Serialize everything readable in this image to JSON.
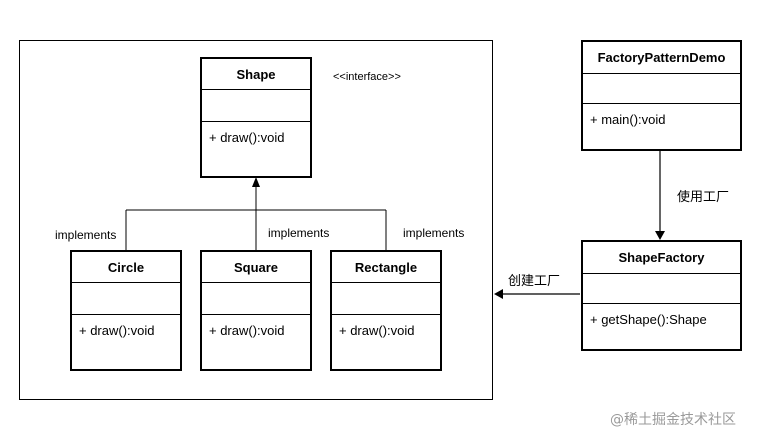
{
  "diagram": {
    "stereotype": "<<interface>>",
    "classes": {
      "shape": {
        "name": "Shape",
        "method": "+ draw():void"
      },
      "circle": {
        "name": "Circle",
        "method": "+ draw():void"
      },
      "square": {
        "name": "Square",
        "method": "+ draw():void"
      },
      "rectangle": {
        "name": "Rectangle",
        "method": "+ draw():void"
      },
      "demo": {
        "name": "FactoryPatternDemo",
        "method": "+ main():void"
      },
      "factory": {
        "name": "ShapeFactory",
        "method": "+ getShape():Shape"
      }
    },
    "relations": {
      "implements_circle": "implements",
      "implements_square": "implements",
      "implements_rectangle": "implements",
      "uses_factory": "使用工厂",
      "creates_factory": "创建工厂"
    }
  },
  "watermark": "@稀土掘金技术社区"
}
